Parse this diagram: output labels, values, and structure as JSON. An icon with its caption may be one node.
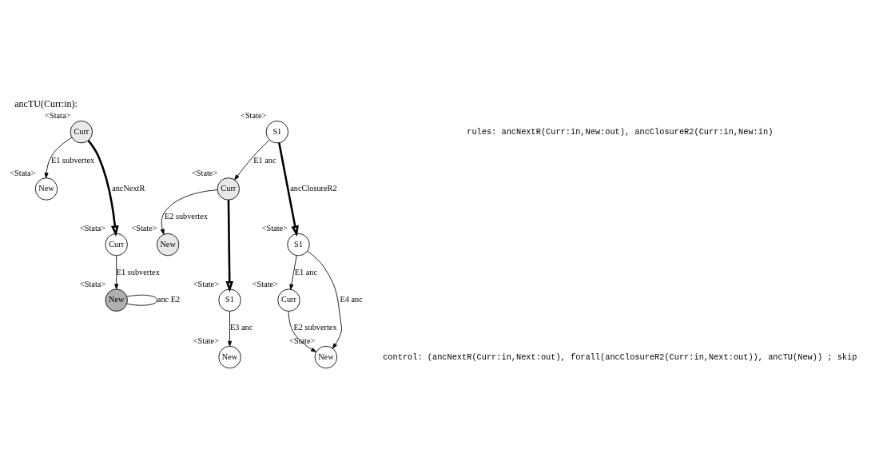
{
  "diagram": {
    "title": "ancTU(Curr:in):",
    "nodes": [
      {
        "text": [
          "Curr"
        ],
        "beside": [
          "<Stata>"
        ]
      },
      {
        "text": [
          "New"
        ],
        "beside": [
          "<Stata>"
        ]
      },
      {
        "text": [
          "Curr"
        ],
        "beside": [
          "<Stata>"
        ]
      },
      {
        "text": [
          "New"
        ],
        "beside": [
          "<Stata>"
        ]
      },
      {
        "text": [
          "S1"
        ],
        "beside": [
          "<State>"
        ]
      },
      {
        "text": [
          "Curr"
        ],
        "beside": [
          "<State>"
        ]
      },
      {
        "text": [
          "New"
        ],
        "beside": [
          "<State>"
        ]
      },
      {
        "text": [
          "S1"
        ],
        "beside": [
          "<State>"
        ]
      },
      {
        "text": [
          "Curr"
        ],
        "beside": [
          "<State>"
        ]
      },
      {
        "text": [
          "New"
        ],
        "beside": [
          "<State>"
        ]
      },
      {
        "text": [
          "S1"
        ],
        "beside": [
          "<State>"
        ]
      },
      {
        "text": [
          "New"
        ],
        "beside": [
          "<State>"
        ]
      }
    ],
    "edges": [
      {
        "from": 0,
        "to": 1,
        "arrow": "to",
        "label": "E1 subvertex"
      },
      {
        "from": 0,
        "to": 2,
        "arrow": "to",
        "label": "ancNextR",
        "style": "thick"
      },
      {
        "from": 2,
        "to": 3,
        "arrow": "to",
        "label": "E1 subvertex"
      },
      {
        "from": 3,
        "to": 3,
        "arrow": "none",
        "label": "anc E2"
      },
      {
        "from": 4,
        "to": 5,
        "arrow": "to",
        "label": "E1 anc"
      },
      {
        "from": 5,
        "to": 6,
        "arrow": "to",
        "label": "E2 subvertex"
      },
      {
        "from": 4,
        "to": 7,
        "arrow": "to",
        "label": "ancClosureR2",
        "style": "thick"
      },
      {
        "from": 7,
        "to": 8,
        "arrow": "to",
        "label": "E1 anc"
      },
      {
        "from": 8,
        "to": 9,
        "arrow": "to",
        "label": "E2 subvertex"
      },
      {
        "from": 7,
        "to": 9,
        "arrow": "to",
        "label": "E4 anc"
      },
      {
        "from": 5,
        "to": 10,
        "arrow": "to",
        "style": "thick"
      },
      {
        "from": 10,
        "to": 11,
        "arrow": "to",
        "label": "E3 anc"
      }
    ],
    "labels": [
      "rules: ancNextR(Curr:in,New:out), ancClosureR2(Curr:in,New:in)",
      "control: (ancNextR(Curr:in,Next:out), forall(ancClosureR2(Curr:in,Next:out)), ancTU(New)) ; skip"
    ]
  }
}
